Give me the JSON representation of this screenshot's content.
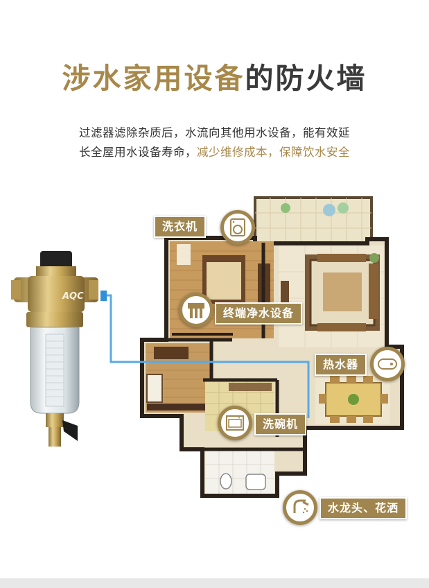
{
  "headline": {
    "part_gold": "涉水家用设备",
    "part_dark": "的防火墙"
  },
  "subtitle": {
    "line1": "过滤器滤除杂质后，水流向其他用水设备，能有效延",
    "line2_dark": "长全屋用水设备寿命，",
    "line2_gold": "减少维修成本，保障饮水安全"
  },
  "product": {
    "brand_mark": "AQC"
  },
  "labels": {
    "washer": "洗衣机",
    "purifier": "终端净水设备",
    "heater": "热水器",
    "dishwasher": "洗碗机",
    "faucet": "水龙头、花洒"
  },
  "colors": {
    "gold": "#a8884a",
    "pipe": "#5aa9e6",
    "dark_text": "#3a3a3a"
  }
}
